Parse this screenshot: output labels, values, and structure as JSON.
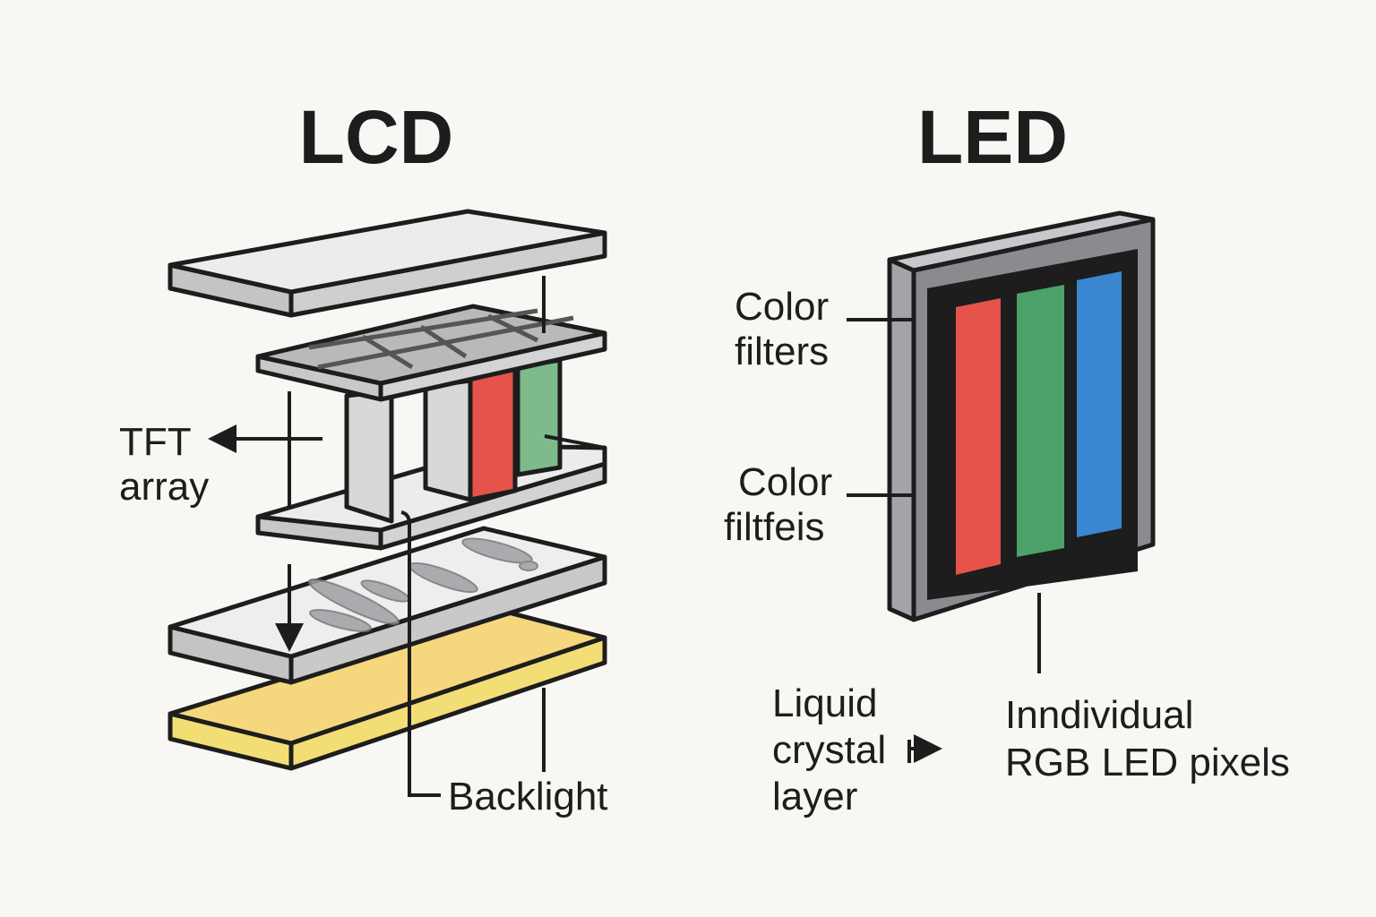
{
  "lcd": {
    "title": "LCD",
    "labels": {
      "tft_line1": "TFT",
      "tft_line2": "array",
      "backlight": "Backlight"
    }
  },
  "led": {
    "title": "LED",
    "labels": {
      "filters1_line1": "Color",
      "filters1_line2": "filters",
      "filters2_line1": "Color",
      "filters2_line2": "filtfeis",
      "lc_line1": "Liquid",
      "lc_line2": "crystal",
      "lc_line3": "layer",
      "pixels_line1": "Inndividual",
      "pixels_line2": "RGB LED pixels"
    }
  },
  "colors": {
    "red": "#e5534b",
    "green": "#4ca268",
    "blue": "#3b86d0",
    "lcd_green": "#7dbb8a",
    "backlight": "#f5d77e",
    "plate": "#e9e9e9",
    "frame": "#8a8b8e"
  }
}
